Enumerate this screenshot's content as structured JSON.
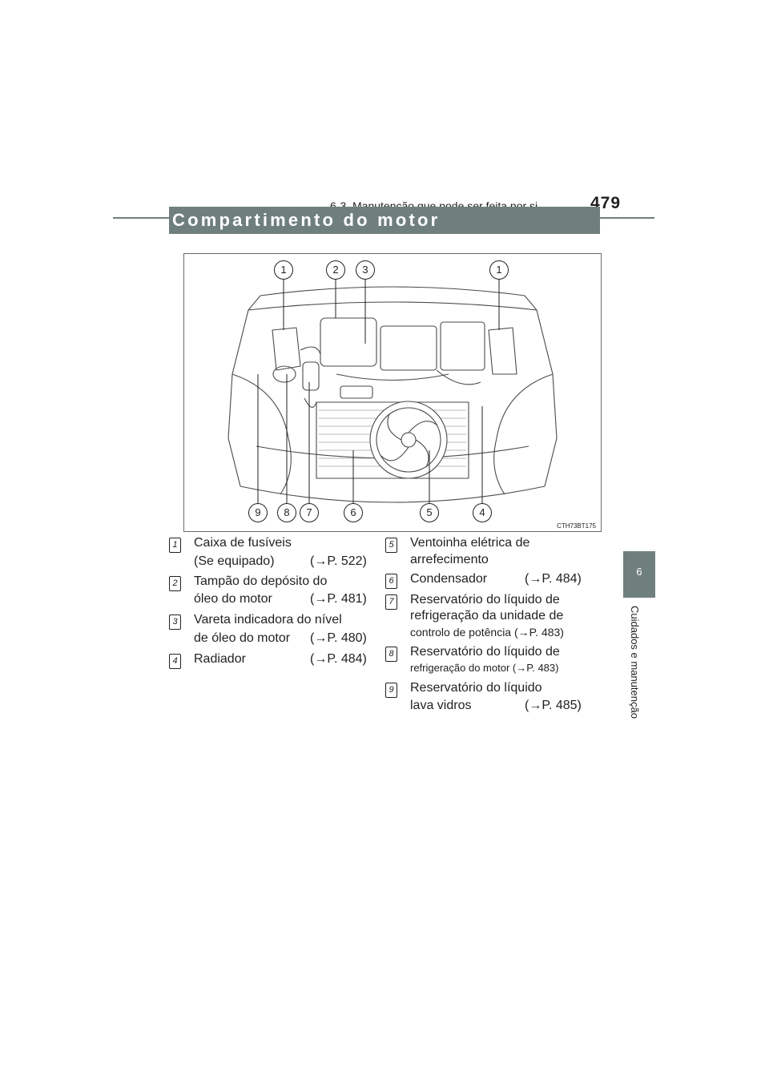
{
  "header": {
    "chapter_title": "6-3. Manutenção que pode ser feita por si",
    "page_number": "479"
  },
  "side_tab": {
    "number": "6",
    "label": "Cuidados e manutenção"
  },
  "section": {
    "title": "Compartimento do motor"
  },
  "figure": {
    "code": "CTH73BT175",
    "callouts_top": [
      "1",
      "2",
      "3",
      "1"
    ],
    "callouts_bottom": [
      "9",
      "8",
      "7",
      "6",
      "5",
      "4"
    ]
  },
  "items": [
    {
      "num": "1",
      "line1": "Caixa de fusíveis",
      "line2": "(Se equipado)",
      "ref": "(→P. 522)"
    },
    {
      "num": "2",
      "line1": "Tampão do depósito do",
      "line2": "óleo do motor",
      "ref": "(→P. 481)"
    },
    {
      "num": "3",
      "line1": "Vareta indicadora do nível",
      "line2": "de óleo do motor",
      "ref": "(→P. 480)"
    },
    {
      "num": "4",
      "line1": "Radiador",
      "ref": "(→P. 484)"
    },
    {
      "num": "5",
      "line1": "Ventoinha elétrica de",
      "line2": "arrefecimento"
    },
    {
      "num": "6",
      "line1": "Condensador",
      "ref": "(→P. 484)"
    },
    {
      "num": "7",
      "line1": "Reservatório do líquido de",
      "line2": "refrigeração da unidade de",
      "line3": "controlo de potência (→P. 483)"
    },
    {
      "num": "8",
      "line1": "Reservatório do líquido de",
      "line2": "refrigeração do motor (→P. 483)"
    },
    {
      "num": "9",
      "line1": "Reservatório do líquido",
      "line2": "lava vidros",
      "ref": "(→P. 485)"
    }
  ]
}
